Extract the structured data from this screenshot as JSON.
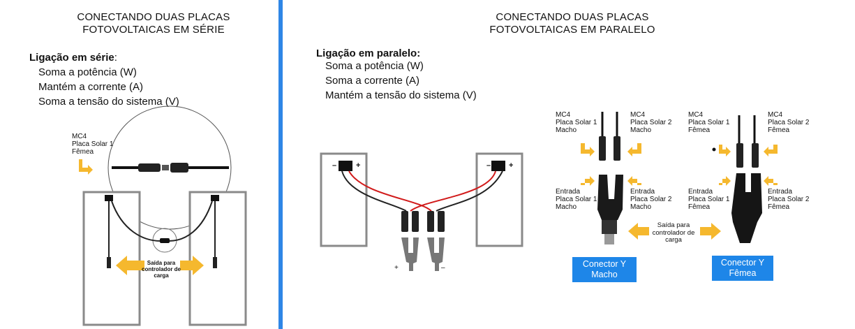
{
  "series": {
    "title_line1": "CONECTANDO DUAS PLACAS",
    "title_line2": "FOTOVOLTAICAS EM SÉRIE",
    "heading": "Ligação em série",
    "heading_suffix": ":",
    "items": [
      "Soma a potência (W)",
      "Mantém a corrente (A)",
      "Soma a tensão do sistema (V)"
    ],
    "mc4_label": [
      "MC4",
      "Placa Solar 1",
      "Fêmea"
    ],
    "output_label": [
      "Saída para",
      "controlador de",
      "carga"
    ]
  },
  "parallel": {
    "title_line1": "CONECTANDO DUAS PLACAS",
    "title_line2": "FOTOVOLTAICAS EM PARALELO",
    "heading": "Ligação em paralelo:",
    "items": [
      "Soma a potência (W)",
      "Soma a corrente (A)",
      "Mantém a tensão do sistema (V)"
    ],
    "panel_minus": "–",
    "panel_plus": "+",
    "bottom_plus": "+",
    "bottom_minus": "–",
    "male_top_left": [
      "MC4",
      "Placa Solar 1",
      "Macho"
    ],
    "male_top_right": [
      "MC4",
      "Placa Solar 2",
      "Macho"
    ],
    "female_top_left": [
      "MC4",
      "Placa Solar 1",
      "Fêmea"
    ],
    "female_top_right": [
      "MC4",
      "Placa Solar 2",
      "Fêmea"
    ],
    "male_in_left": [
      "Entrada",
      "Placa Solar 1",
      "Macho"
    ],
    "male_in_right": [
      "Entrada",
      "Placa Solar 2",
      "Macho"
    ],
    "female_in_left": [
      "Entrada",
      "Placa Solar 1",
      "Fêmea"
    ],
    "female_in_right": [
      "Entrada",
      "Placa Solar 2",
      "Fêmea"
    ],
    "output_label": [
      "Saída para",
      "controlador de",
      "carga"
    ],
    "badge_male": [
      "Conector Y",
      "Macho"
    ],
    "badge_female": [
      "Conector Y",
      "Fêmea"
    ]
  },
  "colors": {
    "divider": "#2f86e6",
    "arrow": "#f5b82e",
    "badge": "#1e86e8",
    "wire_red": "#d11a1a",
    "panel_gray": "#8a8a8a"
  }
}
